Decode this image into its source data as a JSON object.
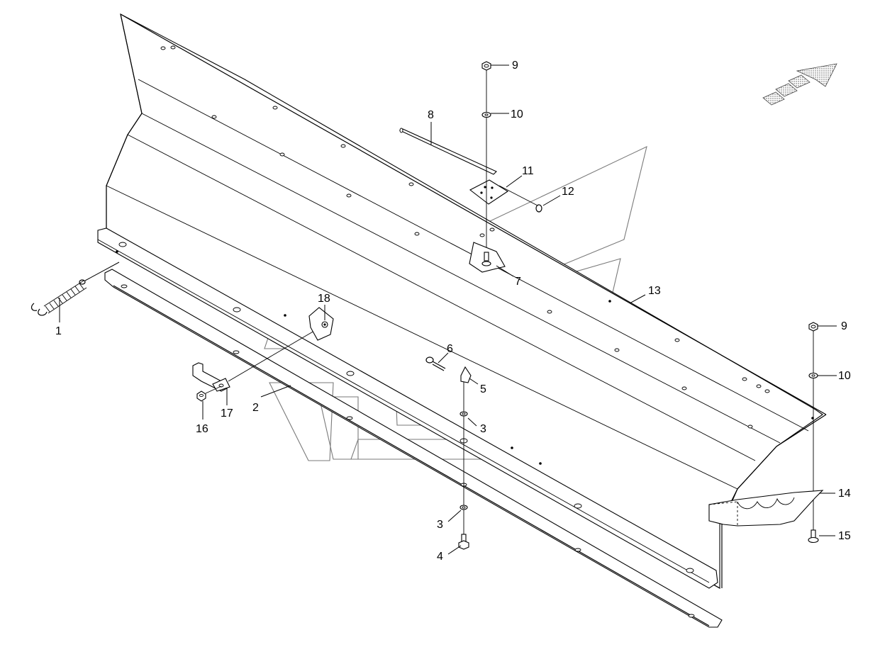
{
  "diagram": {
    "callouts": [
      {
        "id": "c1",
        "label": "1"
      },
      {
        "id": "c2",
        "label": "2"
      },
      {
        "id": "c3a",
        "label": "3"
      },
      {
        "id": "c3b",
        "label": "3"
      },
      {
        "id": "c4",
        "label": "4"
      },
      {
        "id": "c5",
        "label": "5"
      },
      {
        "id": "c6",
        "label": "6"
      },
      {
        "id": "c7",
        "label": "7"
      },
      {
        "id": "c8",
        "label": "8"
      },
      {
        "id": "c9a",
        "label": "9"
      },
      {
        "id": "c9b",
        "label": "9"
      },
      {
        "id": "c10a",
        "label": "10"
      },
      {
        "id": "c10b",
        "label": "10"
      },
      {
        "id": "c11",
        "label": "11"
      },
      {
        "id": "c12",
        "label": "12"
      },
      {
        "id": "c13",
        "label": "13"
      },
      {
        "id": "c14",
        "label": "14"
      },
      {
        "id": "c15",
        "label": "15"
      },
      {
        "id": "c16",
        "label": "16"
      },
      {
        "id": "c17",
        "label": "17"
      },
      {
        "id": "c18",
        "label": "18"
      }
    ],
    "direction_arrow": {
      "icon": "forward-direction-arrow-icon"
    },
    "watermark": {
      "icon": "manufacturer-logo-watermark"
    }
  }
}
